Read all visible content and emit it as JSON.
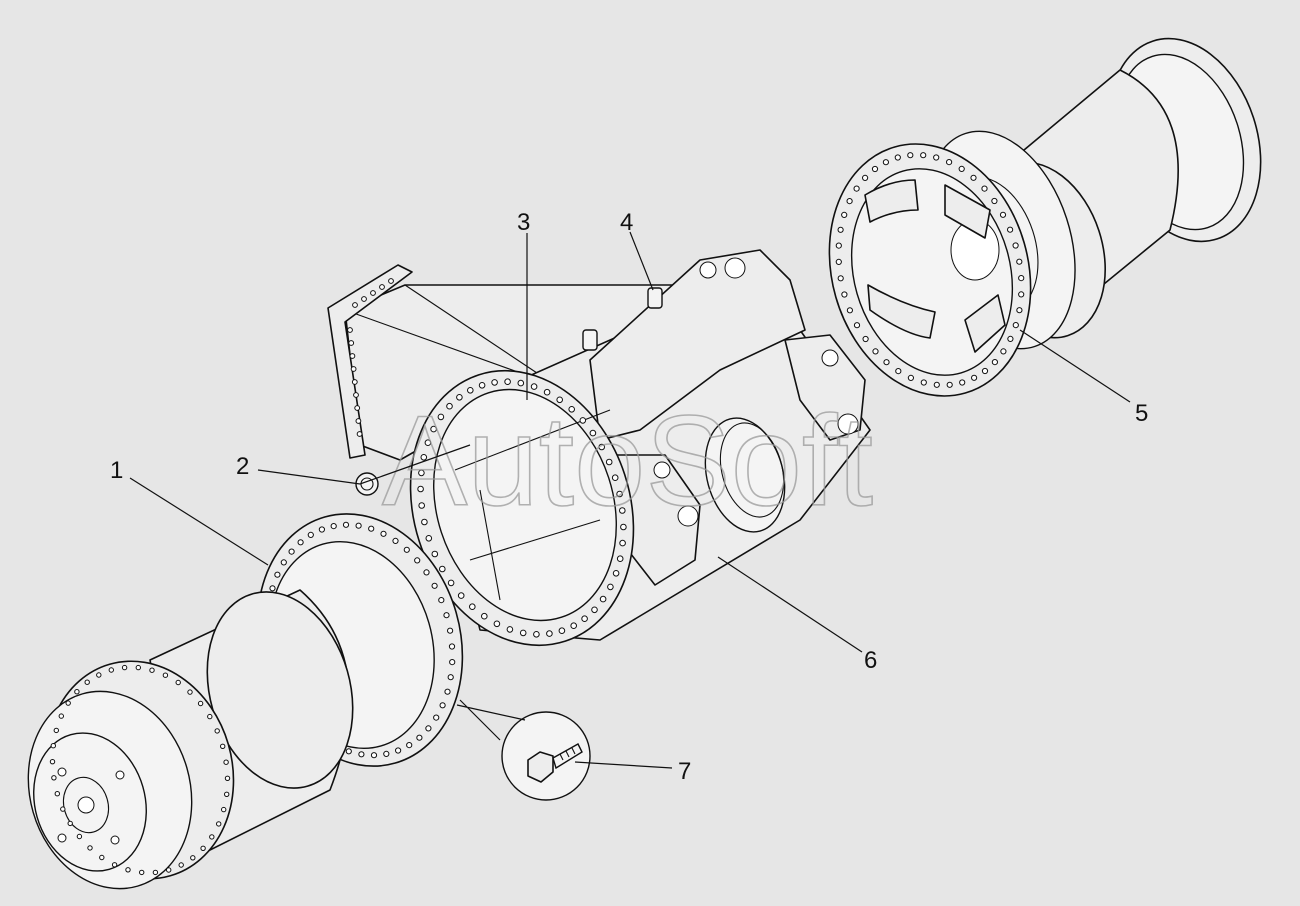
{
  "watermark": "AutoSoft",
  "callouts": [
    {
      "id": "callout-1",
      "label": "1"
    },
    {
      "id": "callout-2",
      "label": "2"
    },
    {
      "id": "callout-3",
      "label": "3"
    },
    {
      "id": "callout-4",
      "label": "4"
    },
    {
      "id": "callout-5",
      "label": "5"
    },
    {
      "id": "callout-6",
      "label": "6"
    },
    {
      "id": "callout-7",
      "label": "7"
    }
  ]
}
